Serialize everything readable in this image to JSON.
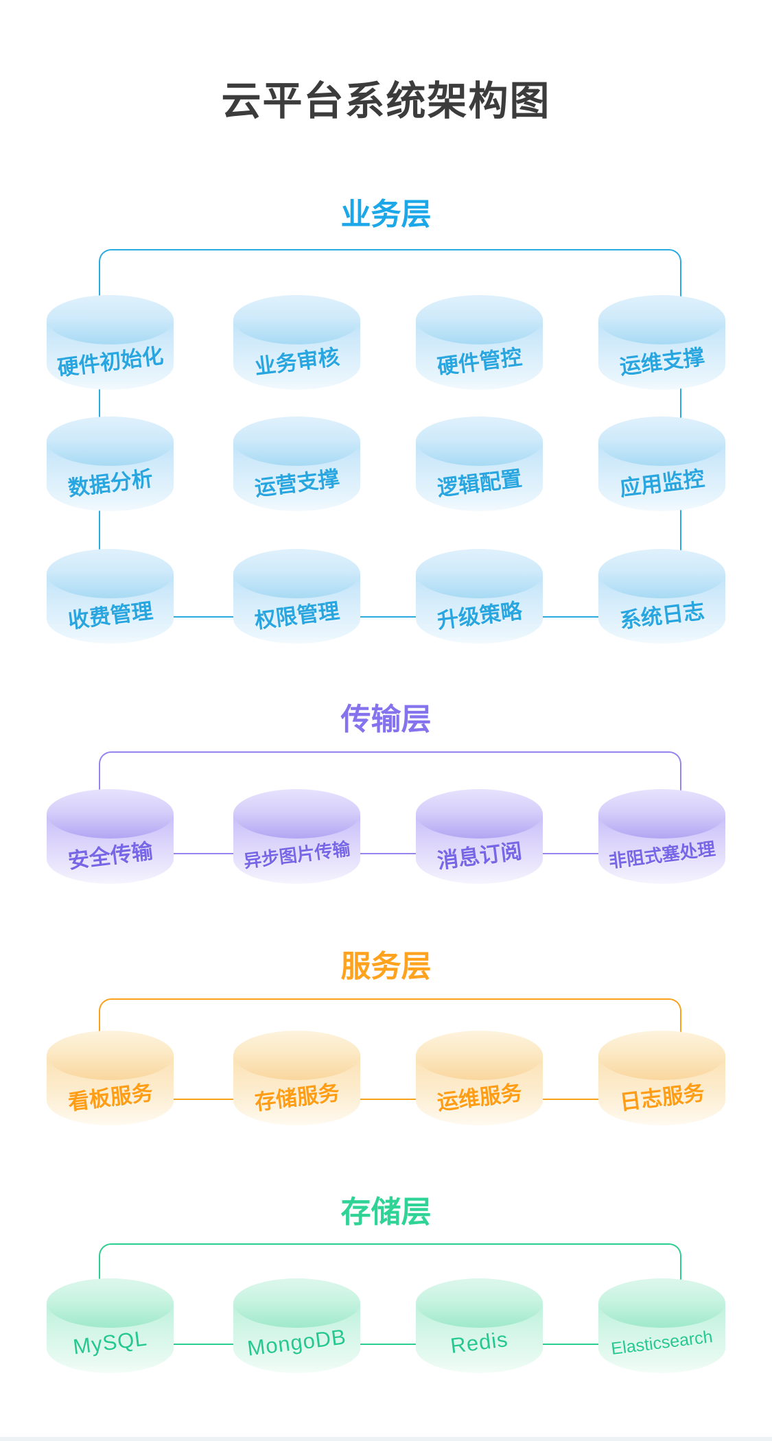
{
  "title": "云平台系统架构图",
  "title_color": "#3c3c3c",
  "layers": {
    "business": {
      "label": "业务层",
      "accent": "#1ba7e8",
      "line_color": "#29abe2",
      "node_text_color": "#29a6e0",
      "rows": [
        [
          "硬件初始化",
          "业务审核",
          "硬件管控",
          "运维支撑"
        ],
        [
          "数据分析",
          "运营支撑",
          "逻辑配置",
          "应用监控"
        ],
        [
          "收费管理",
          "权限管理",
          "升级策略",
          "系统日志"
        ]
      ]
    },
    "transport": {
      "label": "传输层",
      "accent": "#8573ee",
      "line_color": "#9384f0",
      "node_text_color": "#7767e6",
      "items": [
        "安全传输",
        "异步图片传输",
        "消息订阅",
        "非阻式塞处理"
      ]
    },
    "service": {
      "label": "服务层",
      "accent": "#ffa21e",
      "line_color": "#f9a11b",
      "node_text_color": "#ff9e16",
      "items": [
        "看板服务",
        "存储服务",
        "运维服务",
        "日志服务"
      ]
    },
    "storage": {
      "label": "存储层",
      "accent": "#2fd396",
      "line_color": "#2bce91",
      "node_text_color": "#26c98d",
      "items": [
        "MySQL",
        "MongoDB",
        "Redis",
        "Elasticsearch"
      ]
    }
  }
}
